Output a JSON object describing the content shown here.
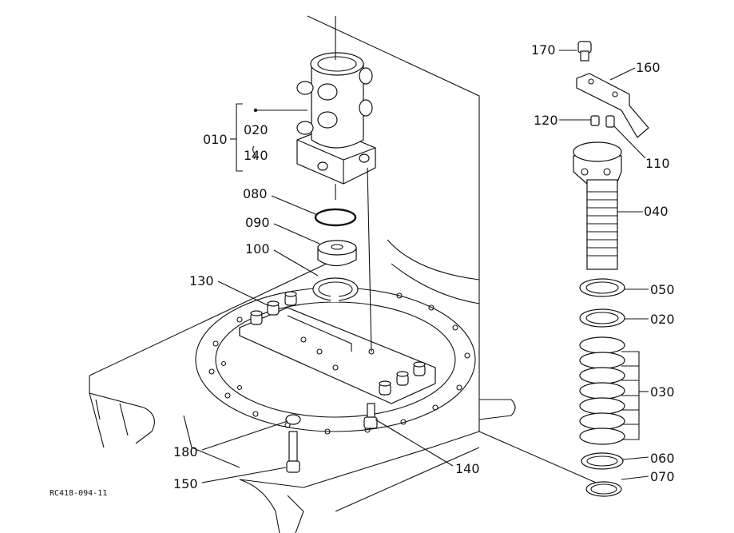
{
  "diagram": {
    "drawing_code": "RC418-094-11",
    "labels": {
      "p170": "170",
      "p160": "160",
      "p120": "120",
      "p110": "110",
      "p040": "040",
      "p050": "050",
      "p020r": "020",
      "p030": "030",
      "p060": "060",
      "p070": "070",
      "p010": "010",
      "p020l": "020",
      "p140a": "140",
      "p080": "080",
      "p090": "090",
      "p100": "100",
      "p130": "130",
      "p180": "180",
      "p140b": "140",
      "p150": "150"
    }
  }
}
